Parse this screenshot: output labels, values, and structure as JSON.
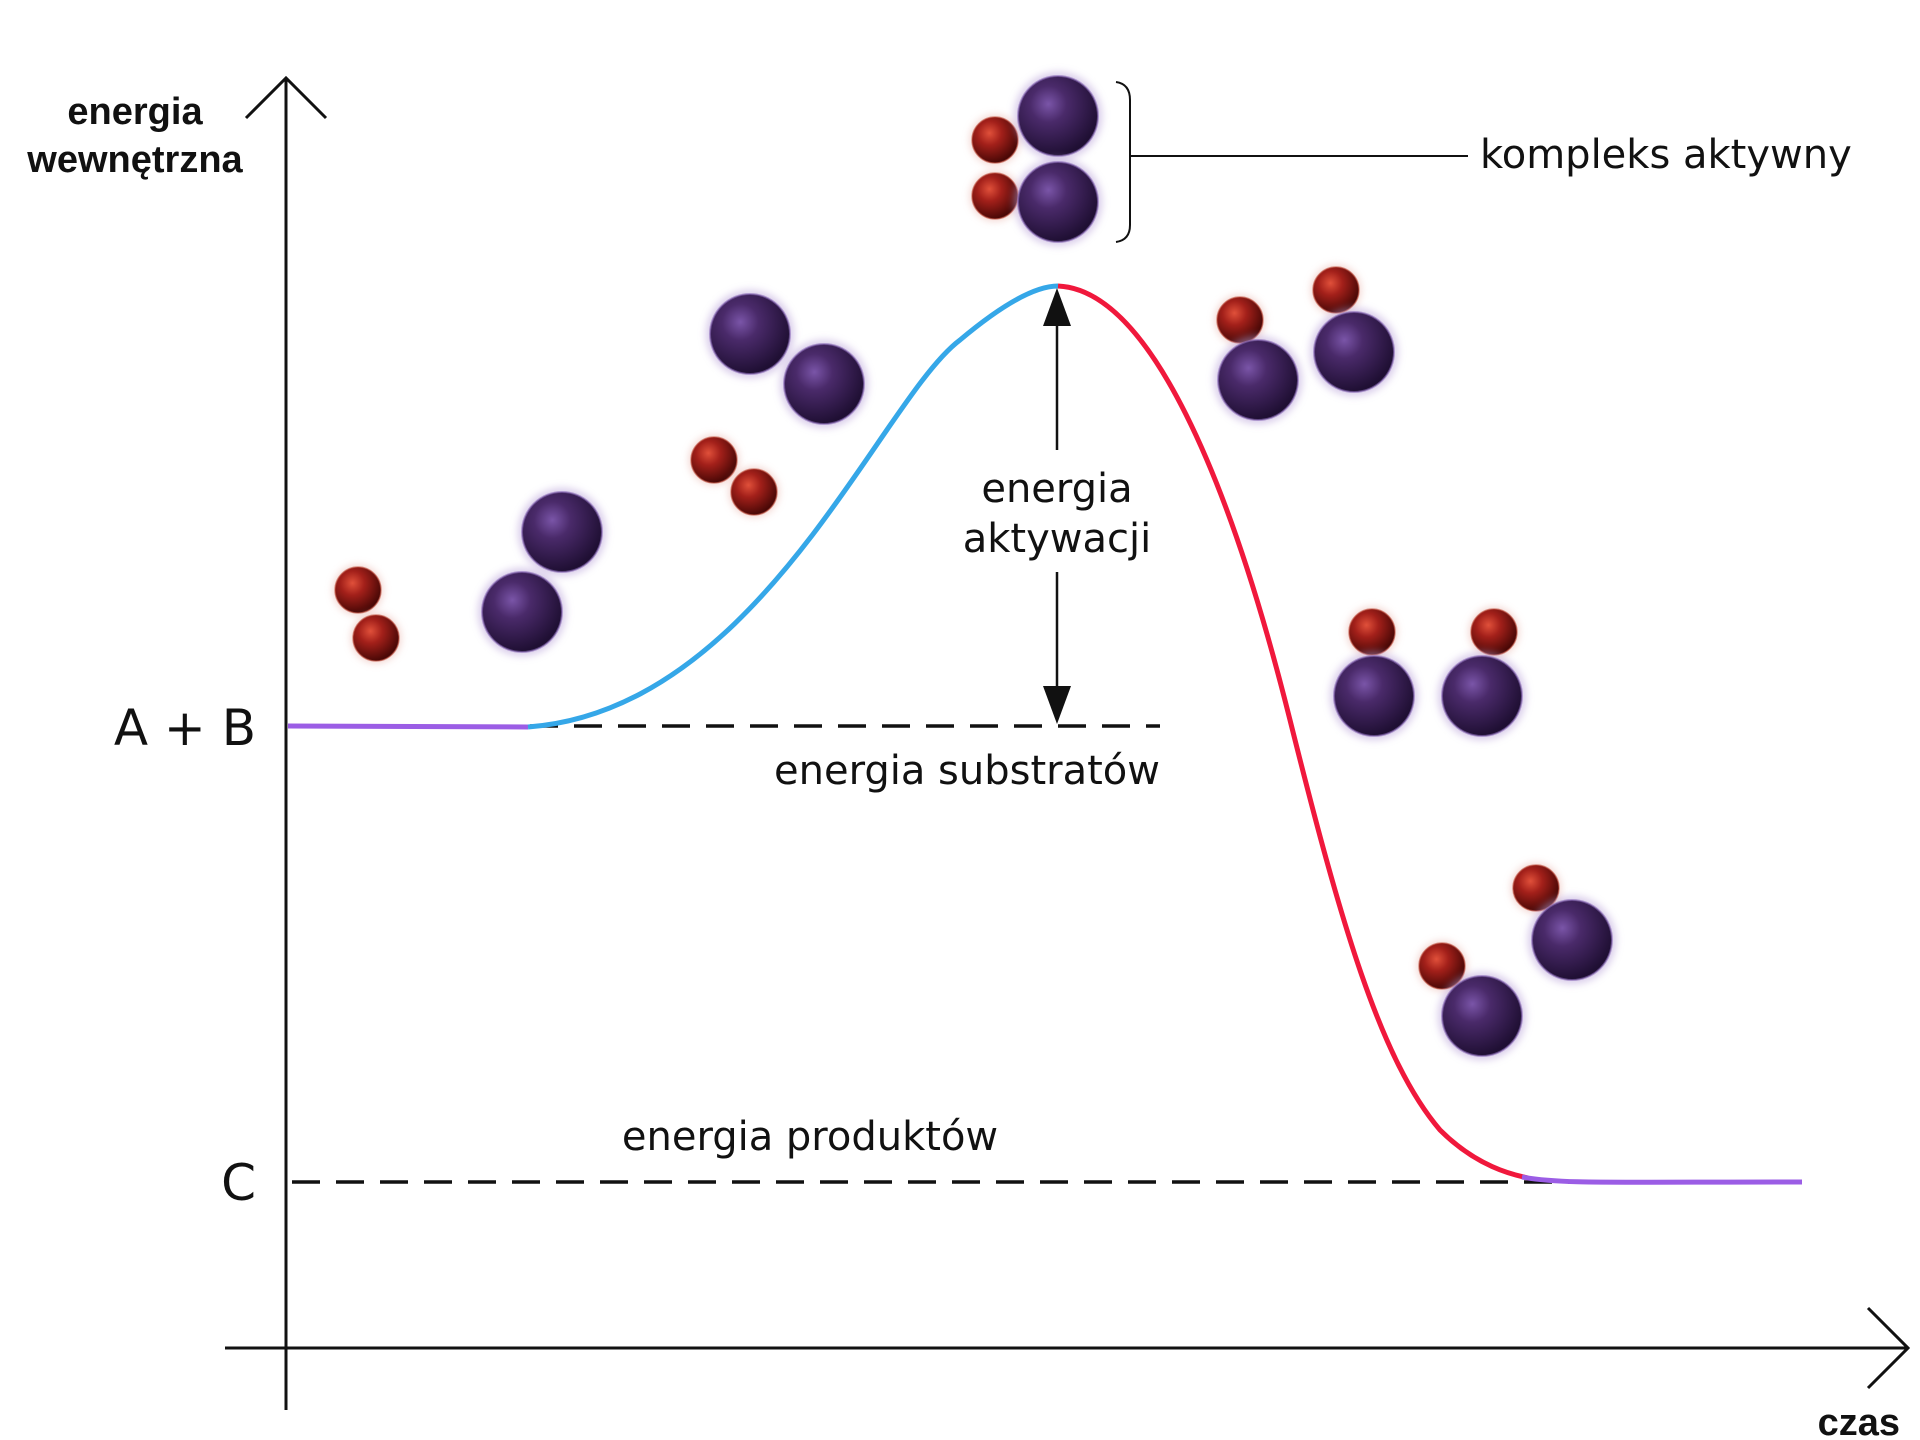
{
  "axes": {
    "y_label_line1": "energia",
    "y_label_line2": "wewnętrzna",
    "x_label": "czas"
  },
  "levels": {
    "reactants": "A + B",
    "products": "C"
  },
  "annotations": {
    "activation_line1": "energia",
    "activation_line2": "aktywacji",
    "substrates_energy": "energia substratów",
    "products_energy": "energia produktów",
    "active_complex": "kompleks aktywny"
  },
  "colors": {
    "flat_segment": "#9b5de5",
    "rising_segment": "#35a7e8",
    "falling_segment": "#f0183c",
    "large_atom": "#3a1f55",
    "small_atom": "#9a1a10",
    "axis": "#111111"
  }
}
